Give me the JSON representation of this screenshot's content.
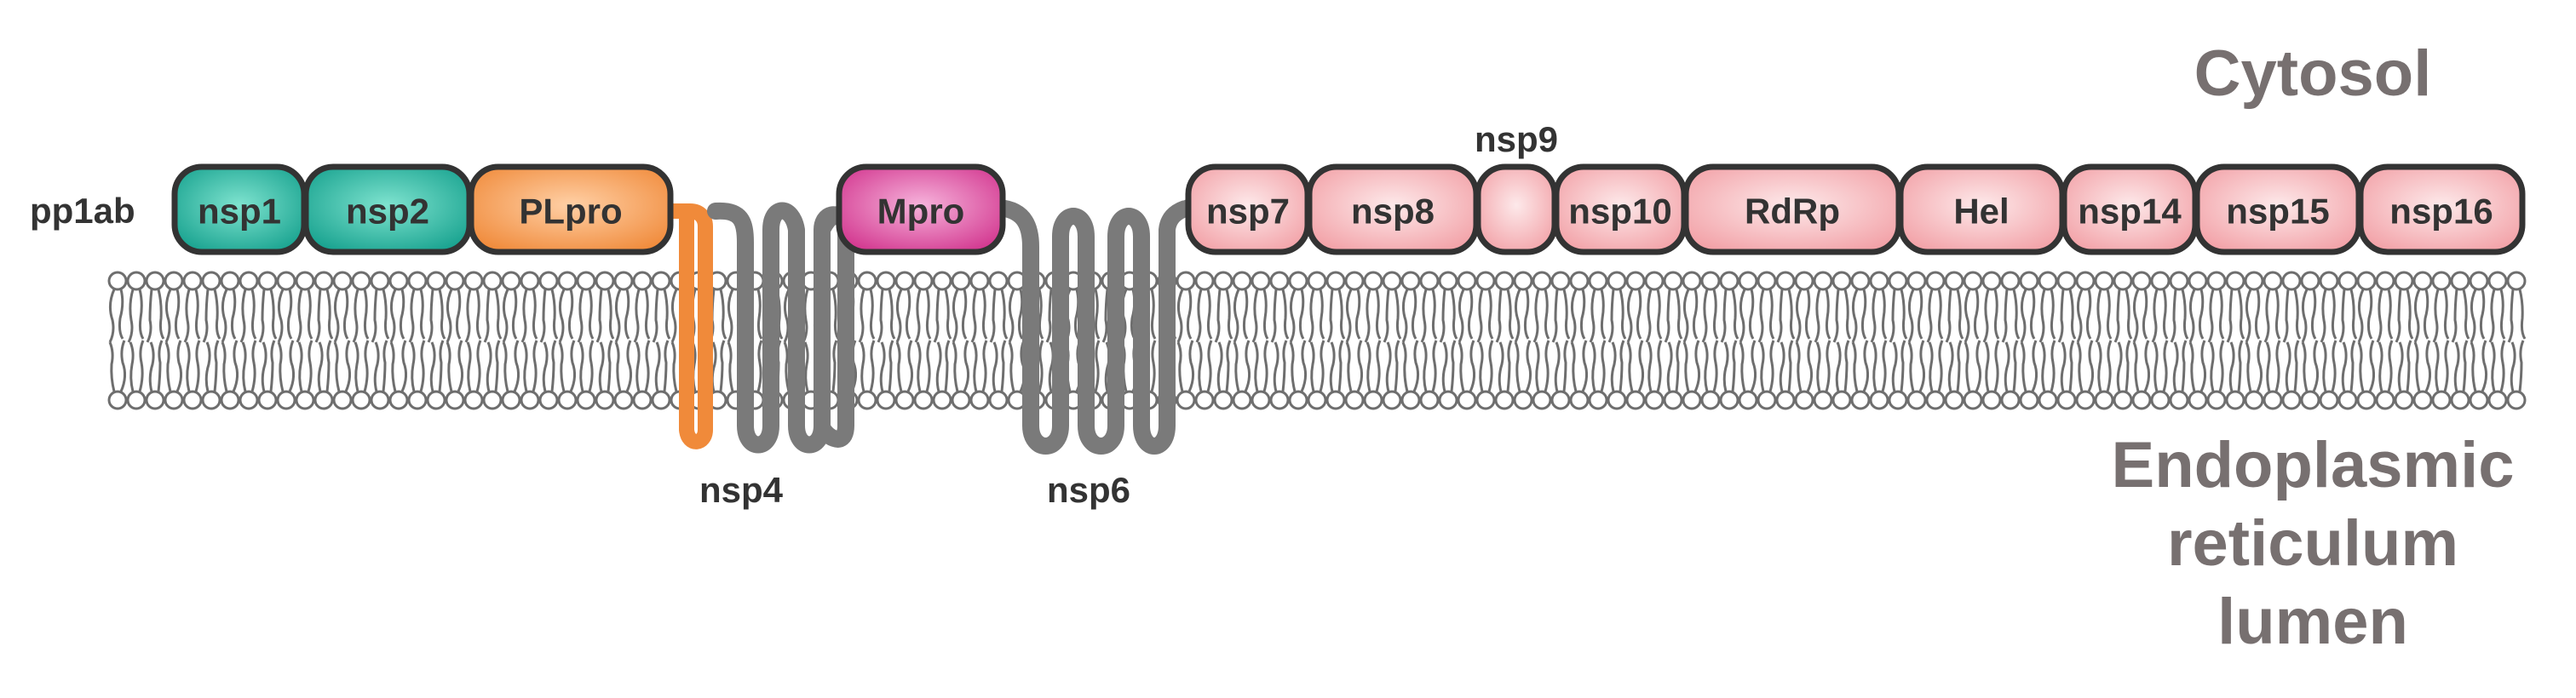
{
  "protein_label": "pp1ab",
  "regions": {
    "cytosol": "Cytosol",
    "lumen_lines": [
      "Endoplasmic",
      "reticulum",
      "lumen"
    ]
  },
  "transmembrane_labels": {
    "nsp4": "nsp4",
    "nsp6": "nsp6"
  },
  "nsp9_label": "nsp9",
  "domains": [
    {
      "key": "nsp1",
      "label": "nsp1",
      "color": "#16a18e"
    },
    {
      "key": "nsp2",
      "label": "nsp2",
      "color": "#16a18e"
    },
    {
      "key": "plpro",
      "label": "PLpro",
      "color": "#f08a3a"
    },
    {
      "key": "mpro",
      "label": "Mpro",
      "color": "#d2358e"
    },
    {
      "key": "nsp7",
      "label": "nsp7",
      "color": "#f2a0a6"
    },
    {
      "key": "nsp8",
      "label": "nsp8",
      "color": "#f2a0a6"
    },
    {
      "key": "nsp9",
      "label": "",
      "color": "#f2a0a6"
    },
    {
      "key": "nsp10",
      "label": "nsp10",
      "color": "#f2a0a6"
    },
    {
      "key": "rdrp",
      "label": "RdRp",
      "color": "#f2a0a6"
    },
    {
      "key": "hel",
      "label": "Hel",
      "color": "#f2a0a6"
    },
    {
      "key": "nsp14",
      "label": "nsp14",
      "color": "#f2a0a6"
    },
    {
      "key": "nsp15",
      "label": "nsp15",
      "color": "#f2a0a6"
    },
    {
      "key": "nsp16",
      "label": "nsp16",
      "color": "#f2a0a6"
    }
  ],
  "colors": {
    "nsp4_tm": "#f08a3a",
    "tm_loops": "#7a7a7a",
    "membrane": "#6e6e6e",
    "region_text": "#777070"
  }
}
